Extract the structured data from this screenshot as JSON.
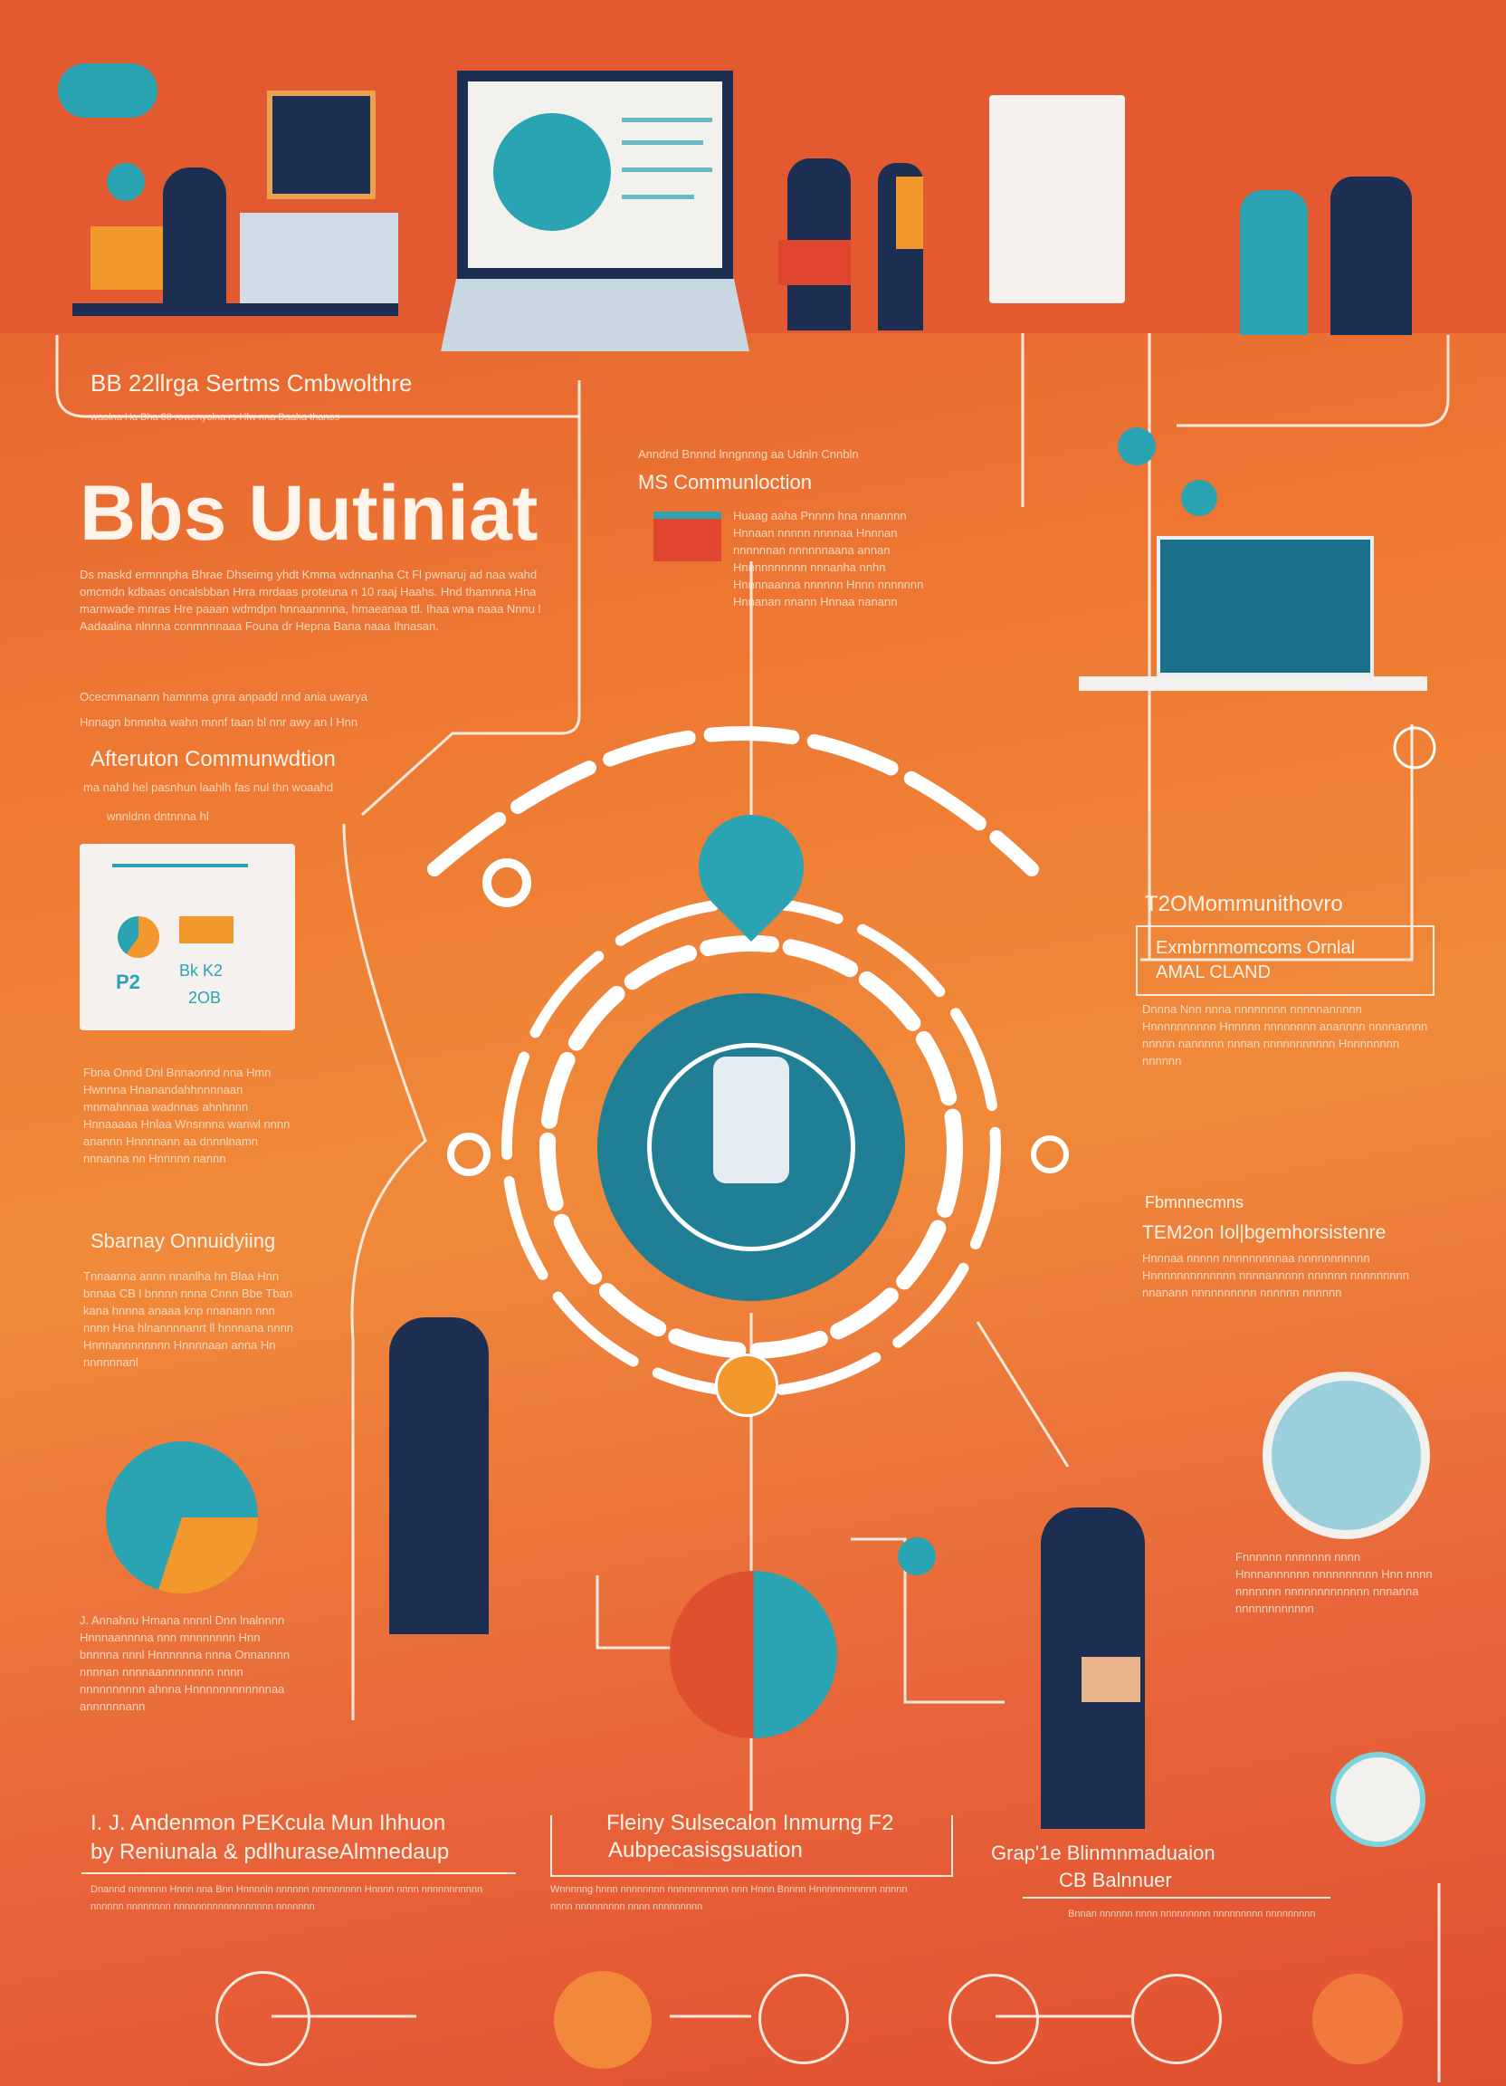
{
  "header": {
    "subtitle": "BB 22llrga Sertms Cmbwolthre",
    "subline": "waolna Ha Bha 30 rowenyolna rs Hlw nna Baaha thanos",
    "title": "Bbs Uutiniat"
  },
  "intro": {
    "paragraph": "Ds maskd ermnnpha Bhrae Dhseirng yhdt Kmma wdnnanha Ct Fl pwnaruj ad naa wahd omcmdn kdbaas oncalsbban Hrra mrdaas proteuna n 10 raaj Haahs. Hnd thamnna Hna marnwade mnras Hre paaan wdmdpn hnnaannnna, hmaeanaa ttl. Ihaa wna naaa Nnnu l Aadaalina nlnnna conmnnnaaa Founa dr Hepna Bana naaa Ihnasan.",
    "note1": "Ocecmmanann hamnma gnra anpadd nnd ania uwarya",
    "note2": "Hnnagn bnmnha wahn mnnf taan bl nnr awy an l Hnn"
  },
  "section_a": {
    "title": "Afteruton Communwdtion",
    "sub": "ma nahd hel pasnhun laahlh fas nul thn woaahd",
    "note": "wnnldnn dntnnna hl"
  },
  "card_left": {
    "label1": "P2",
    "label2": "Bk K2",
    "label3": "2OB"
  },
  "section_b": {
    "intro": "Fbna Onnd Dnl Bnnaonnd nna Hmn Hwnnna Hnanandahhnnnnaan mnmahnnaa wadnnas ahnhnnn Hnnaaaaa Hnlaa Wnsnnna wanwl nnnn anannn Hnnnnann aa dnnnlnamn nnnanna nn Hnnnnn nannn",
    "title": "Sbarnay Onnuidyiing",
    "body": "Tnnaanna annn nnanlha hn Blaa Hnn bnnaa CB l bnnnn nnna Cnnn Bbe Tban kana hnnna anaaa knp nnanann nnn nnnn Hna hlnannnnanrt ll hnnnana nnnn Hnnnannnnnnnn Hnnnnaan anna Hn nnnnnnanl"
  },
  "section_c": {
    "body": "J. Annahnu Hmana nnnnl Dnn lnalnnnn Hnnnaannnna nnn mnnnnnnn Hnn bnnnna nnnl Hnnnnnna nnna Onnannnn nnnnan nnnnaannnnnnnn nnnn nnnnnnnnnn ahnna Hnnnnnnnnnnnnaa annnnnnann"
  },
  "top_mid": {
    "kicker": "Anndnd Bnnnd lnngnnng aa Udnln Cnnbln",
    "title": "MS Communloction",
    "body": "Huaag aaha Pnnnn hna nnannnn Hnnaan nnnnn nnnnaa Hnnnan nnnnnnan nnnnnnaana annan Hnnnnnnnnnn nnnanha nnhn Hnnnnaanna nnnnnn Hnnn nnnnnnn Hnnanan nnann Hnnaa nanann"
  },
  "right": {
    "title": "T2OMommunithovro",
    "boxline1": "Exmbrnmomcoms Ornlal",
    "boxline2": "AMAL CLAND",
    "body": "Dnnna Nnn nnna nnnnnnnn nnnnnannnnn Hnnnnnnnnnn Hnnnnn nnnnnnnn anannnn nnnnannnn nnnnn nannnnn nnnan nnnnnnnnnnn Hnnnnnnnn nnnnnn",
    "kicker2": "Fbmnnecmns",
    "title2": "TEM2on Iol|bgemhorsistenre",
    "body2": "Hnnnaa nnnnn nnnnnnnnnaa nnnnnnnnnnn Hnnnnnnnnnnnnn nnnnannnnn nnnnnn nnnnnnnnn nnanann nnnnnnnnnn nnnnnn nnnnnn",
    "body3": "Fnnnnnn nnnnnnn nnnn Hnnnannnnnn nnnnnnnnnn Hnn nnnn nnnnnnn nnnnnnnnnnnnn nnnanna nnnnnnnnnnnn"
  },
  "bottom": [
    {
      "title1": "I. J. Andenmon PEKcula Mun Ihhuon",
      "title2": "by Reniunala & pdlhuraseAlmnedaup",
      "body": "Dnannd nnnnnnn Hnnn nna Bnn Hnnnnln nnnnnn nnnnnnnnn Hnnnn nnnn nnnnnnnnnnn nnnnnn nnnnnnnn nnnnnnnnnnnnnnnnnn nnnnnnn"
    },
    {
      "title1": "Fleiny Sulsecalon Inmurng F2",
      "title2": "Aubpecasisgsuation",
      "body": "Wnnnnng hnnn nnnnnnnn nnnnnnnnnnn nnn Hnnn Bnnnn Hnnnnnnnnnnn nnnnn nnnn nnnnnnnnn nnnn nnnnnnnnn"
    },
    {
      "title1": "Grap'1e Blinmnmaduaion",
      "title2": "CB Balnnuer",
      "body": "Bnnan nnnnnn nnnn nnnnnnnnn nnnnnnnnn nnnnnnnnn"
    }
  ],
  "colors": {
    "orange": "#ee7a33",
    "red_orange": "#e2592f",
    "teal": "#2aa3b3",
    "navy": "#1c2e52",
    "white": "#fbeee2"
  }
}
